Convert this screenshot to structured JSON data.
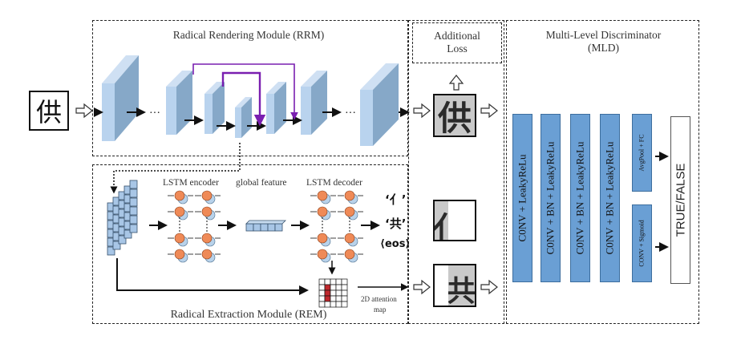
{
  "input": {
    "character": "供"
  },
  "rrm": {
    "title": "Radical Rendering Module (RRM)",
    "ellipsis_left": "···",
    "ellipsis_right": "···"
  },
  "rem": {
    "title": "Radical Extraction Module (REM)",
    "encoder_label": "LSTM encoder",
    "global_feature_label": "global feature",
    "decoder_label": "LSTM decoder",
    "outputs": [
      "‘亻’",
      "‘共’",
      "⟨eos⟩"
    ],
    "attention_label_line1": "2D attention",
    "attention_label_line2": "map"
  },
  "additional_loss": {
    "line1": "Additional",
    "line2": "Loss"
  },
  "outputs": {
    "full_char": "供",
    "radical_left": "亻",
    "radical_right": "共"
  },
  "mld": {
    "title_line1": "Multi-Level Discriminator",
    "title_line2": "(MLD)",
    "blocks": [
      "C0NV + LeakyReLu",
      "C0NV + BN + LeakyReLu",
      "C0NV + BN + LeakyReLu",
      "C0NV + BN + LeakyReLu"
    ],
    "head_top": "AvgPool + FC",
    "head_bottom": "CONV + Sigmoid",
    "result": "TRUE/FALSE"
  },
  "colors": {
    "block_front": "#b9d3ee",
    "block_side": "#86a8c8",
    "skip": "#7a1fb0",
    "mld_block": "#6a9fd4",
    "lstm_node": "#ef8a57",
    "attention": "#c0282d"
  }
}
